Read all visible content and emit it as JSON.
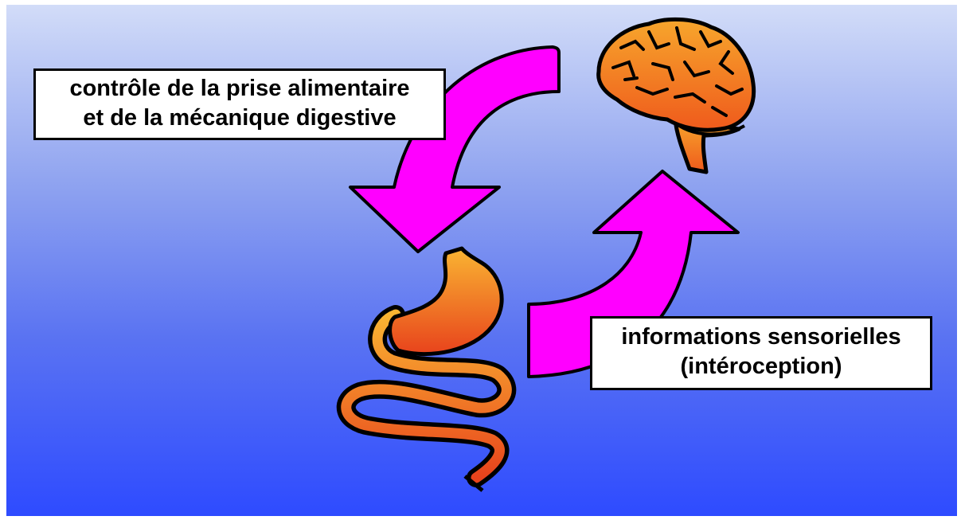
{
  "diagram": {
    "control_label": {
      "line1": "contrôle de la prise alimentaire",
      "line2": "et de la mécanique digestive"
    },
    "info_label": {
      "line1": "informations sensorielles",
      "line2": "(intéroception)"
    },
    "colors": {
      "background_top": "#d2dcf8",
      "background_bottom": "#2e4bff",
      "arrow": "#ff00ff",
      "organ_light": "#f9b432",
      "organ_dark": "#e8431c",
      "outline": "#000000"
    },
    "icons": [
      "brain-icon",
      "stomach-intestine-icon",
      "descending-arrow-icon",
      "ascending-arrow-icon"
    ]
  }
}
